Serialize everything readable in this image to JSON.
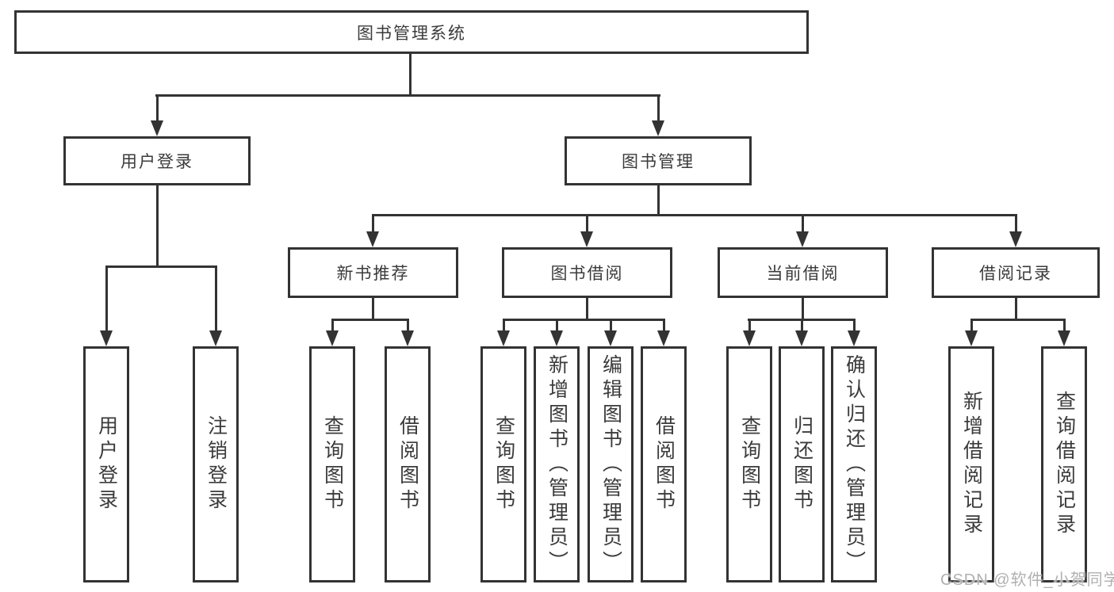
{
  "colors": {
    "line": "#333333",
    "text": "#3b3b3b",
    "background": "#ffffff",
    "watermark": "#b0b0b0"
  },
  "diagram": {
    "root": {
      "label": "图书管理系统"
    },
    "user_login": {
      "label": "用户登录",
      "children": [
        "用户登录",
        "注销登录"
      ]
    },
    "book_mgmt": {
      "label": "图书管理",
      "sections": [
        {
          "label": "新书推荐",
          "children": [
            "查询图书",
            "借阅图书"
          ]
        },
        {
          "label": "图书借阅",
          "children": [
            "查询图书",
            "新增图书（管理员）",
            "编辑图书（管理员）",
            "借阅图书"
          ]
        },
        {
          "label": "当前借阅",
          "children": [
            "查询图书",
            "归还图书",
            "确认归还（管理员）"
          ]
        },
        {
          "label": "借阅记录",
          "children": [
            "新增借阅记录",
            "查询借阅记录"
          ]
        }
      ]
    }
  },
  "watermark": {
    "text": "CSDN @软件_小贺同学"
  }
}
